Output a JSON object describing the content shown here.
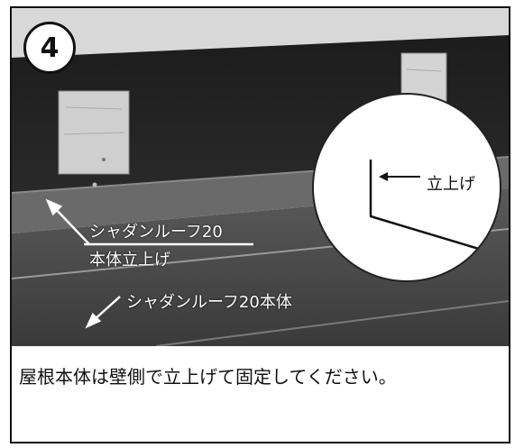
{
  "step": {
    "number": "4"
  },
  "photo": {
    "labels": {
      "rise_line1": "シャダンルーフ20",
      "rise_line2": "本体立上げ",
      "body": "シャダンルーフ20本体"
    }
  },
  "detail": {
    "label": "立上げ"
  },
  "caption": {
    "text": "屋根本体は壁側で立上げて固定してください。"
  }
}
